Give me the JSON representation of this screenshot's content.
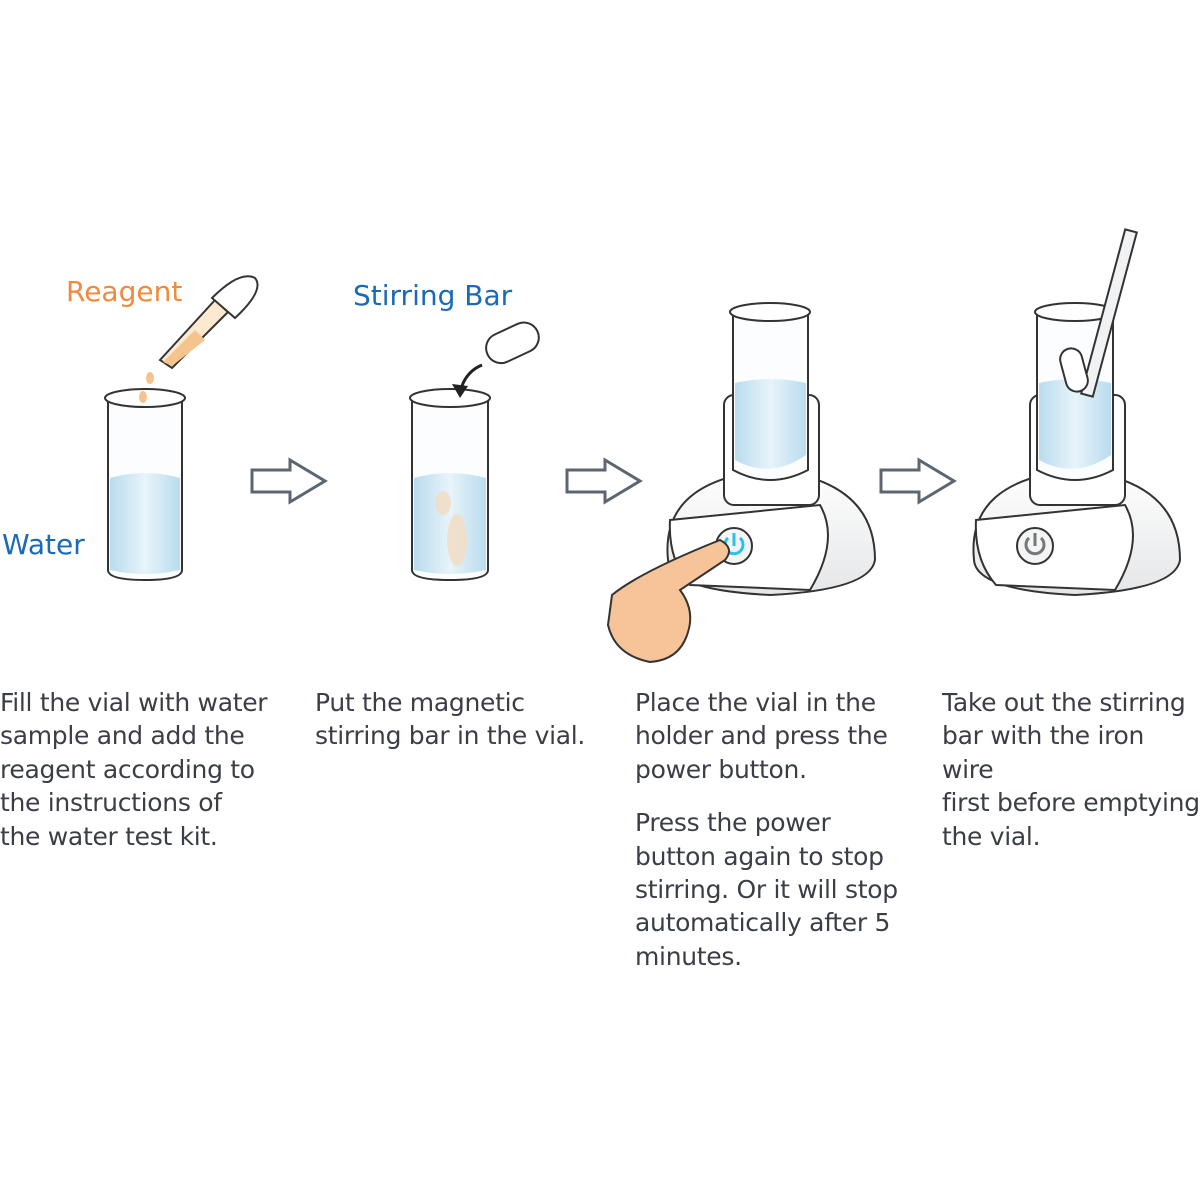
{
  "colors": {
    "reagent": "#f08a3c",
    "blue_label": "#1a6bb5",
    "text": "#3a3f47",
    "water": "#cde6f3",
    "arrow": "#5c6670",
    "power_glow": "#27c3e8",
    "finger": "#f7c49a"
  },
  "labels": {
    "reagent": "Reagent",
    "stirring_bar": "Stirring Bar",
    "water": "Water"
  },
  "steps": [
    {
      "paragraphs": [
        "Fill the vial with water sample and add the reagent according to the instructions of the water test kit."
      ],
      "lines": [
        "Fill the vial with water",
        "sample and add the",
        "reagent according to",
        "the instructions of",
        "the water test kit."
      ]
    },
    {
      "lines": [
        "Put the magnetic",
        "stirring bar in the vial."
      ]
    },
    {
      "lines": [
        "Place the vial in the",
        "holder and press the",
        "power button."
      ],
      "lines2": [
        "Press the power",
        "button again to stop",
        "stirring. Or it will stop",
        "automatically after 5",
        "minutes."
      ]
    },
    {
      "lines": [
        "Take out the stirring",
        "bar with the iron wire",
        "first before emptying",
        "the vial."
      ]
    }
  ]
}
